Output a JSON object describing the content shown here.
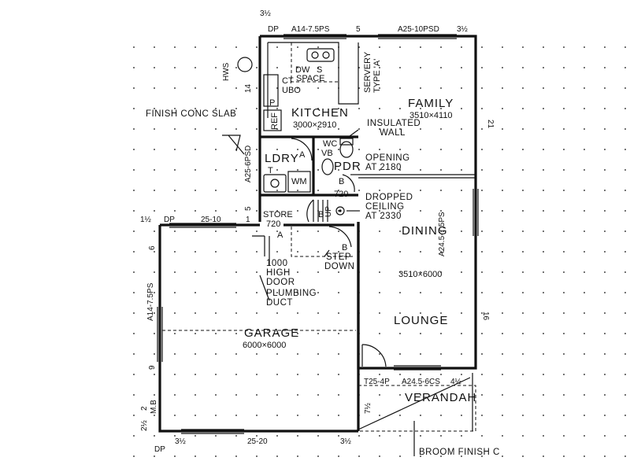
{
  "rooms": {
    "family": {
      "name": "FAMILY",
      "size": "3510×4110"
    },
    "kitchen": {
      "name": "KITCHEN",
      "size": "3000×2910"
    },
    "ldry": {
      "name": "LDRY"
    },
    "pdr": {
      "name": "PDR"
    },
    "dining": {
      "name": "DINING"
    },
    "lounge": {
      "name": "LOUNGE",
      "size": "3510×6000"
    },
    "garage": {
      "name": "GARAGE",
      "size": "6000×6000"
    },
    "verandah": {
      "name": "VERANDAH"
    },
    "store": {
      "name": "STORE",
      "size": "720"
    }
  },
  "fixtures": {
    "hws": "HWS",
    "dw": "DW",
    "s": "S",
    "space": "SPACE",
    "ct": "CT",
    "ubo": "UBO",
    "p": "P",
    "ref": "REF",
    "servery_1": "SERVERY",
    "servery_2": "TYPE 'A'",
    "wc": "WC",
    "vb": "VB",
    "t": "T",
    "wm": "WM",
    "a1": "A",
    "a2": "A",
    "b1": "B",
    "b2": "B",
    "b3": "B",
    "up": "UP",
    "pdr_720": "720"
  },
  "notes": {
    "finish_slab": "FINISH CONC SLAB",
    "insulated_1": "INSULATED",
    "insulated_2": "WALL",
    "opening_1": "OPENING",
    "opening_2": "AT 2180",
    "dropped_1": "DROPPED",
    "dropped_2": "CEILING",
    "dropped_3": "AT 2330",
    "step_1": "STEP",
    "step_2": "DOWN",
    "door_1": "1000",
    "door_2": "HIGH",
    "door_3": "DOOR",
    "duct_1": "PLUMBING",
    "duct_2": "DUCT",
    "broom": "BROOM FINISH C"
  },
  "dimensions": {
    "top_left_half": "3½",
    "top_dp": "DP",
    "top_a14": "A14-7.5PS",
    "top_5": "5",
    "top_a25": "A25-10PSD",
    "top_right_half": "3½",
    "side_14": "14",
    "side_a25_6psd": "A25-6PSD",
    "side_5": "5",
    "side_1": "1",
    "mid_half": "1½",
    "mid_dp": "DP",
    "mid_25_10": "25-10",
    "right_21": "21",
    "right_a24": "A24.5-7.5PS",
    "right_16": "16",
    "left_6": "6",
    "left_a14": "A14-7.5PS",
    "left_9": "9",
    "left_2": "2",
    "left_mb": "M.B",
    "left_2half": "2½",
    "bottom_dp": "DP",
    "bottom_half_l": "3½",
    "bottom_25_20": "25-20",
    "bottom_half_r": "3½",
    "ver_t25": "T25-4P",
    "ver_a24": "A24.5-6CS",
    "ver_half": "4½",
    "ver_7half": "7½"
  }
}
